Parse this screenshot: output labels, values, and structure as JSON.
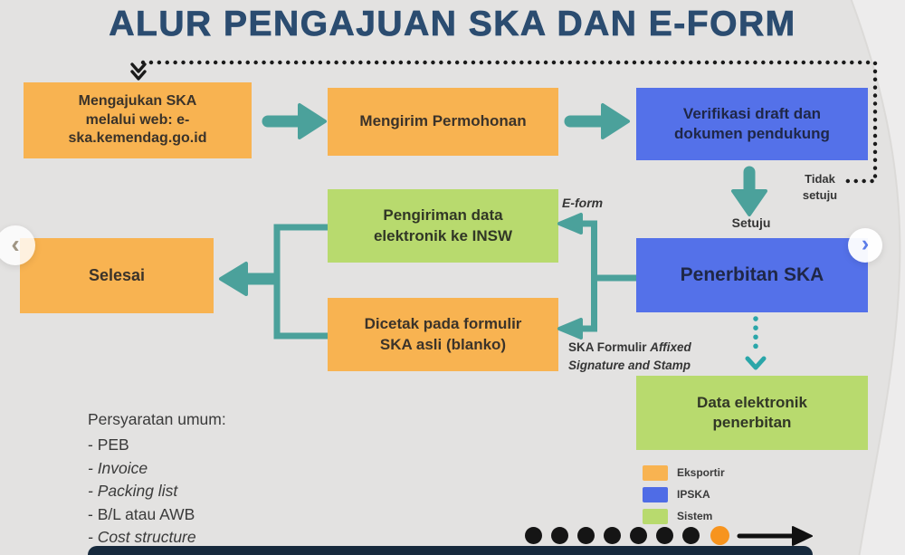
{
  "page": {
    "title": "ALUR PENGAJUAN SKA DAN E-FORM"
  },
  "colors": {
    "background": "#e3e2e1",
    "eksportir_orange": "#f8b351",
    "ipska_blue": "#5471e9",
    "sistem_green": "#b8da6e",
    "connector_teal": "#4ba19b",
    "dotted_teal": "#2aa6a9",
    "title_navy": "#2b4c70",
    "bottom_bar_navy": "#16293c",
    "active_dot_orange": "#f7941e"
  },
  "flow": {
    "mengajukan": {
      "text": "Mengajukan SKA\nmelalui web: e-\nska.kemendag.go.id"
    },
    "mengirim": {
      "text": "Mengirim Permohonan"
    },
    "verifikasi": {
      "text": "Verifikasi draft dan\ndokumen pendukung"
    },
    "penerbitan": {
      "text": "Penerbitan SKA"
    },
    "data_elektronik": {
      "text": "Data elektronik\npenerbitan"
    },
    "pengiriman": {
      "text": "Pengiriman data\nelektronik ke INSW"
    },
    "dicetak": {
      "text": "Dicetak pada formulir\nSKA asli (blanko)"
    },
    "selesai": {
      "text": "Selesai"
    }
  },
  "labels": {
    "e_form": "E-form",
    "tidak_setuju": "Tidak\nsetuju",
    "setuju": "Setuju",
    "ska_formulir_prefix": "SKA Formulir ",
    "ska_formulir_italic": "Affixed Signature and Stamp"
  },
  "requirements": {
    "title": "Persyaratan umum:",
    "items": [
      {
        "text": "- PEB",
        "italic": false
      },
      {
        "text": "- Invoice",
        "italic": true
      },
      {
        "text": "- Packing list",
        "italic": true
      },
      {
        "text": "- B/L atau AWB",
        "italic": false
      },
      {
        "text": "- Cost structure",
        "italic": true
      }
    ]
  },
  "legend": {
    "items": [
      {
        "label": "Eksportir",
        "color": "#f8b351"
      },
      {
        "label": "IPSKA",
        "color": "#4f6ce6"
      },
      {
        "label": "Sistem",
        "color": "#b8da6e"
      }
    ]
  },
  "pagination": {
    "total_dots": 8,
    "active_dot": 8
  },
  "nav": {
    "prev": "‹",
    "next": "›"
  }
}
